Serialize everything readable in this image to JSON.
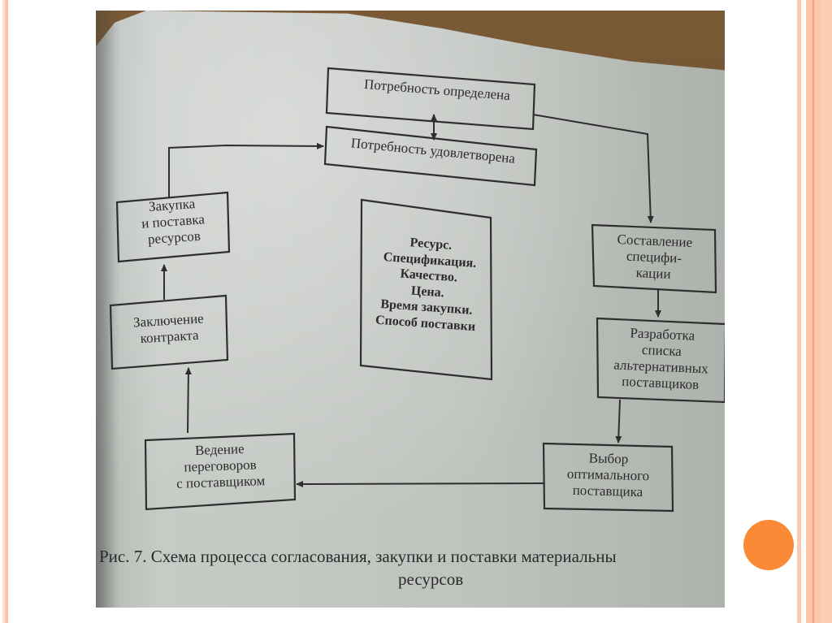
{
  "slide": {
    "accent_color": "#fb8a37",
    "stripe_color": "#fcc6ab"
  },
  "diagram": {
    "nodes": {
      "need_defined": "Потребность определена",
      "need_satisfied": "Потребность удовлетворена",
      "specification": [
        "Составление",
        "специфи-",
        "кации"
      ],
      "supplier_list": [
        "Разработка",
        "списка",
        "альтернативных",
        "поставщиков"
      ],
      "supplier_choice": [
        "Выбор",
        "оптимального",
        "поставщика"
      ],
      "negotiations": [
        "Ведение",
        "переговоров",
        "с поставщиком"
      ],
      "contract": [
        "Заключение",
        "контракта"
      ],
      "purchase": [
        "Закупка",
        "и поставка",
        "ресурсов"
      ],
      "center_block": [
        "Ресурс.",
        "Спецификация.",
        "Качество.",
        "Цена.",
        "Время закупки.",
        "Способ поставки"
      ]
    },
    "edges": [
      {
        "from": "need_defined",
        "to": "specification"
      },
      {
        "from": "specification",
        "to": "supplier_list"
      },
      {
        "from": "supplier_list",
        "to": "supplier_choice"
      },
      {
        "from": "supplier_choice",
        "to": "negotiations"
      },
      {
        "from": "negotiations",
        "to": "contract"
      },
      {
        "from": "contract",
        "to": "purchase"
      },
      {
        "from": "purchase",
        "to": "need_satisfied"
      },
      {
        "from": "need_defined",
        "to": "need_satisfied",
        "bidirectional": true
      }
    ],
    "caption_line1": "Рис. 7. Схема процесса согласования, закупки и поставки материальны",
    "caption_line2": "ресурсов"
  }
}
